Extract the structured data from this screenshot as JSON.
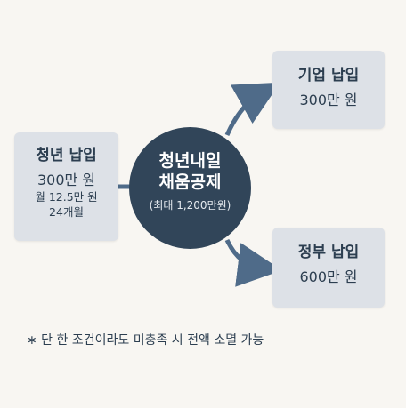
{
  "left_box": {
    "title": "청년 납입",
    "amount": "300만 원",
    "monthly": "월 12.5만 원",
    "months": "24개월"
  },
  "center": {
    "line1": "청년내일",
    "line2": "채움공제",
    "note": "(최대 1,200만원)"
  },
  "top_box": {
    "title": "기업 납입",
    "amount": "300만 원"
  },
  "bottom_box": {
    "title": "정부 납입",
    "amount": "600만 원"
  },
  "footnote": "∗ 단 한 조건이라도 미충족 시 전액 소멸 가능",
  "colors": {
    "background": "#f8f6f2",
    "box": "#dde1e7",
    "circle": "#314559",
    "arrow": "#4f6b89",
    "text": "#2c3e50"
  }
}
